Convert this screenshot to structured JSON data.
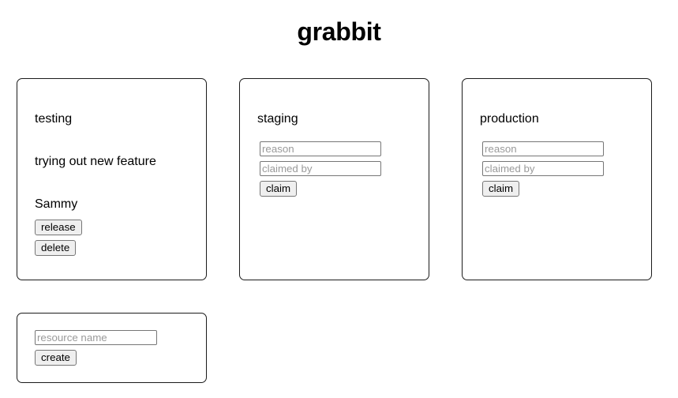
{
  "app": {
    "title": "grabbit"
  },
  "resources": [
    {
      "name": "testing",
      "claimed": true,
      "reason": "trying out new feature",
      "claimed_by": "Sammy",
      "actions": [
        {
          "label": "release",
          "name": "release-button"
        },
        {
          "label": "delete",
          "name": "delete-button"
        }
      ]
    },
    {
      "name": "staging",
      "claimed": false,
      "reason_placeholder": "reason",
      "claimed_by_placeholder": "claimed by",
      "reason_value": "",
      "claimed_by_value": "",
      "claim_label": "claim"
    },
    {
      "name": "production",
      "claimed": false,
      "reason_placeholder": "reason",
      "claimed_by_placeholder": "claimed by",
      "reason_value": "",
      "claimed_by_value": "",
      "claim_label": "claim"
    }
  ],
  "create_form": {
    "resource_name_placeholder": "resource name",
    "resource_name_value": "",
    "create_label": "create"
  },
  "colors": {
    "page_background": "#ffffff",
    "card_border": "#1b1b1b",
    "text": "#000000",
    "placeholder": "#9a9a9a",
    "input_border": "#767676",
    "button_background": "#efefef"
  }
}
